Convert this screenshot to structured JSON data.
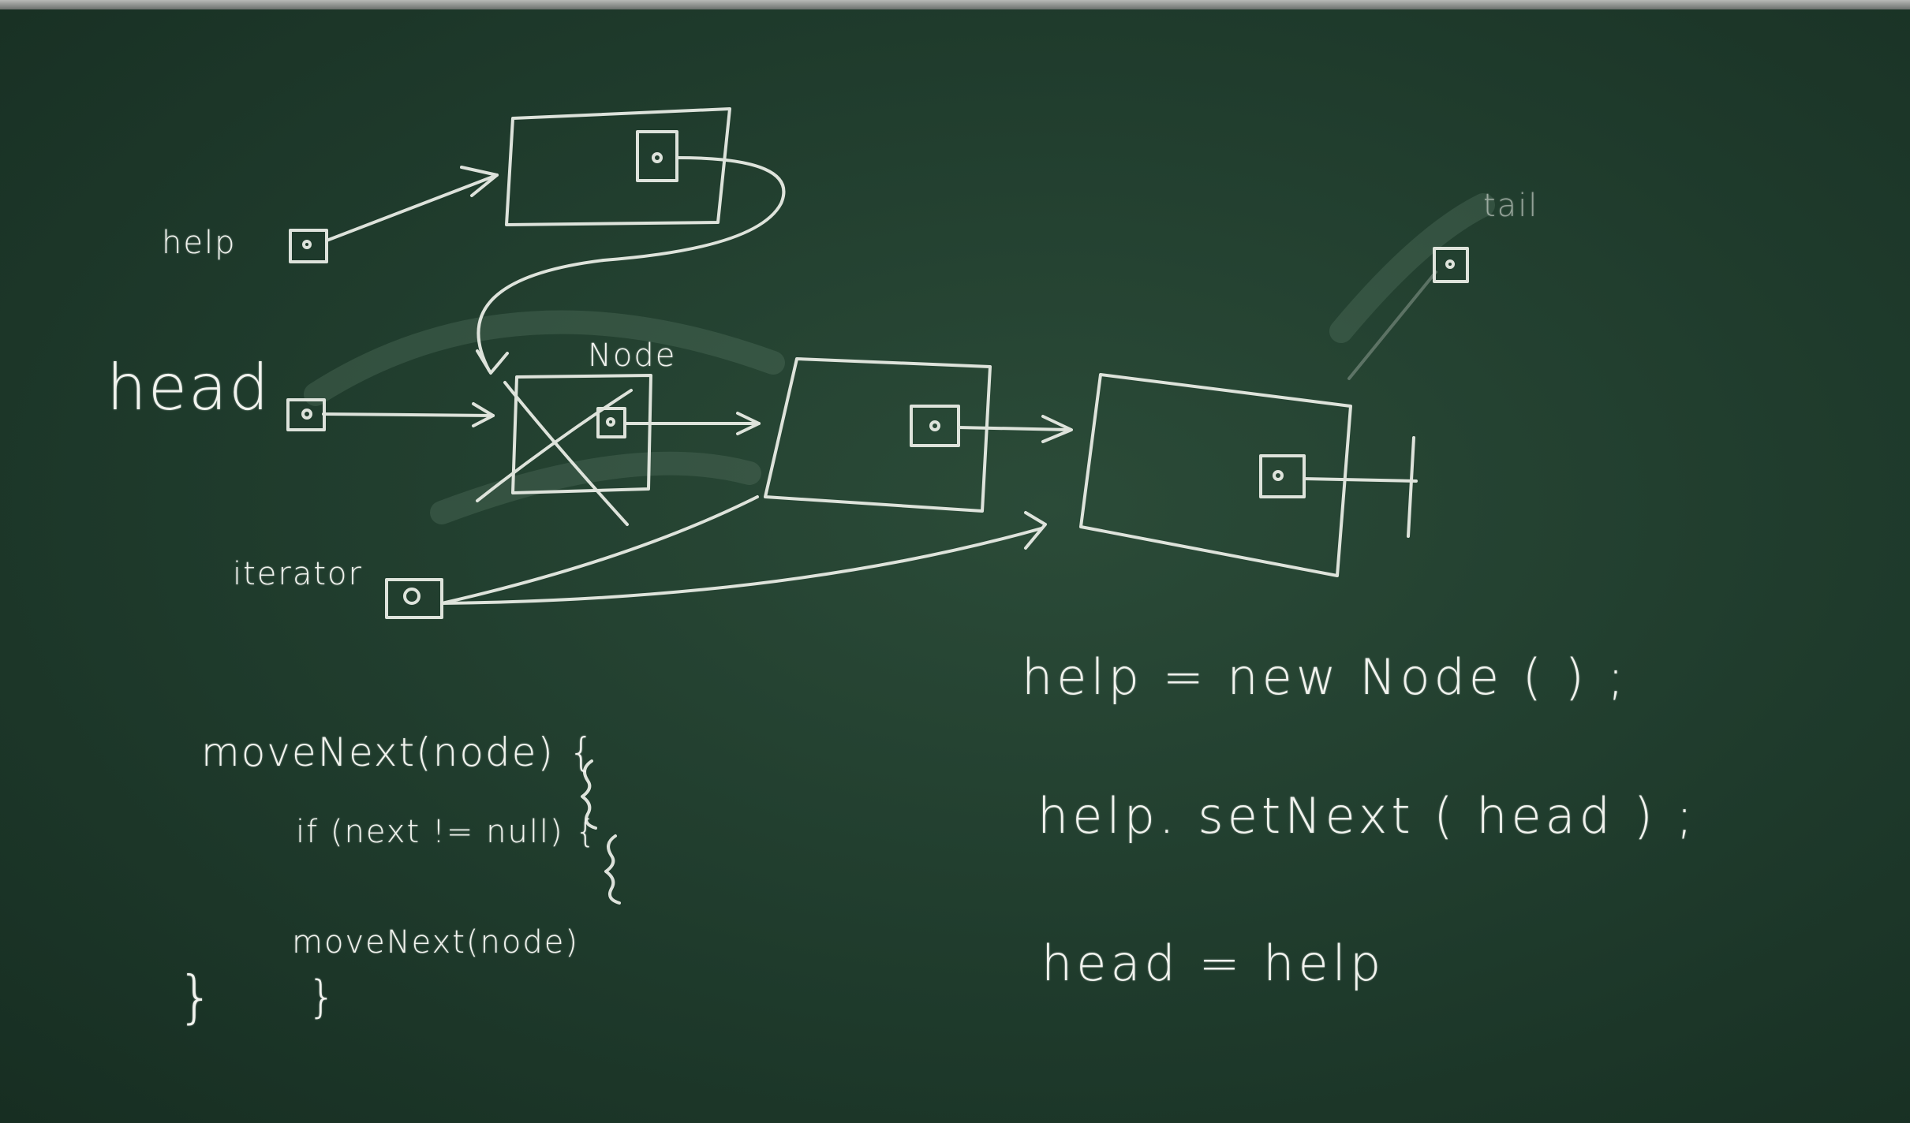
{
  "labels": {
    "help": "help",
    "head": "head",
    "iterator": "iterator",
    "node": "Node",
    "tail": "tail"
  },
  "code_left": {
    "line1": "moveNext(node) {",
    "line2": "if (next != null) {",
    "line3": "moveNext(node)",
    "line4": "}",
    "line5": "}"
  },
  "code_right": {
    "line1": "help = new Node ( ) ;",
    "line2": "help. setNext ( head ) ;",
    "line3": "head = help"
  }
}
